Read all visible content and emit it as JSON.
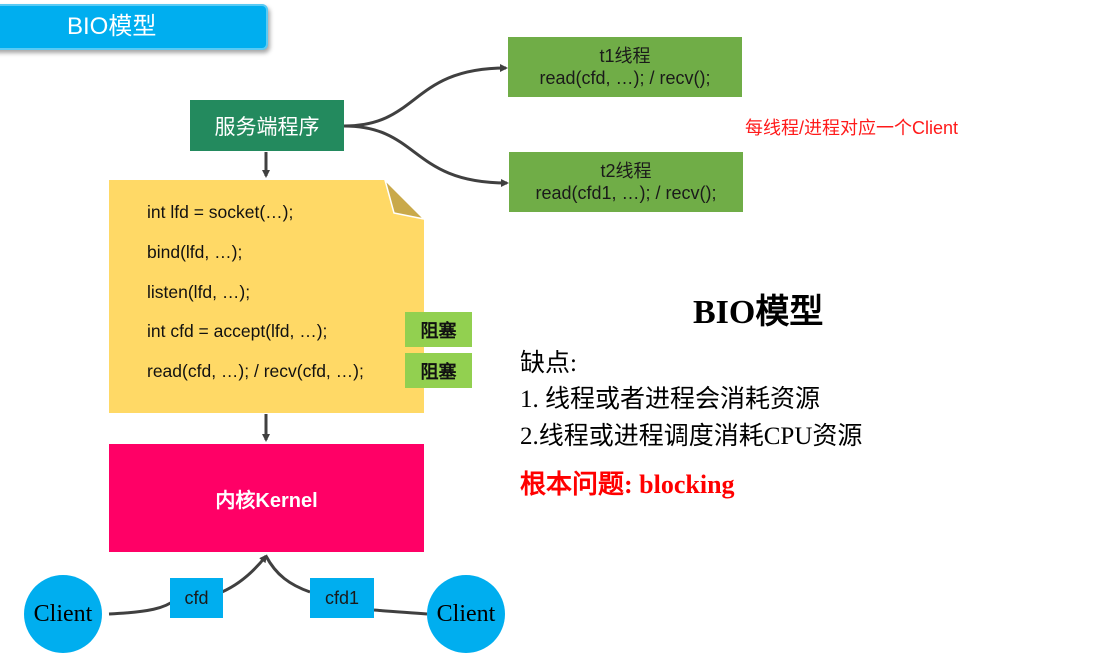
{
  "header": {
    "title": "BIO模型"
  },
  "diagram": {
    "server_label": "服务端程序",
    "threads": [
      {
        "name": "t1线程",
        "code": "read(cfd, …); / recv();"
      },
      {
        "name": "t2线程",
        "code": "read(cfd1, …); / recv();"
      }
    ],
    "thread_note": "每线程/进程对应一个Client",
    "code_lines": [
      "int lfd = socket(…);",
      "bind(lfd, …);",
      "listen(lfd, …);",
      "int cfd = accept(lfd, …);",
      "read(cfd, …); / recv(cfd, …);"
    ],
    "blocking_tags": [
      "阻塞",
      "阻塞"
    ],
    "kernel_label": "内核Kernel",
    "clients": [
      "Client",
      "Client"
    ],
    "fd_labels": [
      "cfd",
      "cfd1"
    ],
    "colors": {
      "banner": "#00aeef",
      "server": "#238a5e",
      "thread": "#70ad47",
      "note": "#ffd966",
      "block": "#92d050",
      "kernel": "#ff0066",
      "client": "#00aeef",
      "alert": "#ff0000"
    }
  },
  "panel": {
    "title": "BIO模型",
    "drawbacks_label": "缺点:",
    "drawbacks": [
      "1. 线程或者进程会消耗资源",
      "2.线程或进程调度消耗CPU资源"
    ],
    "root_issue": "根本问题: blocking"
  }
}
